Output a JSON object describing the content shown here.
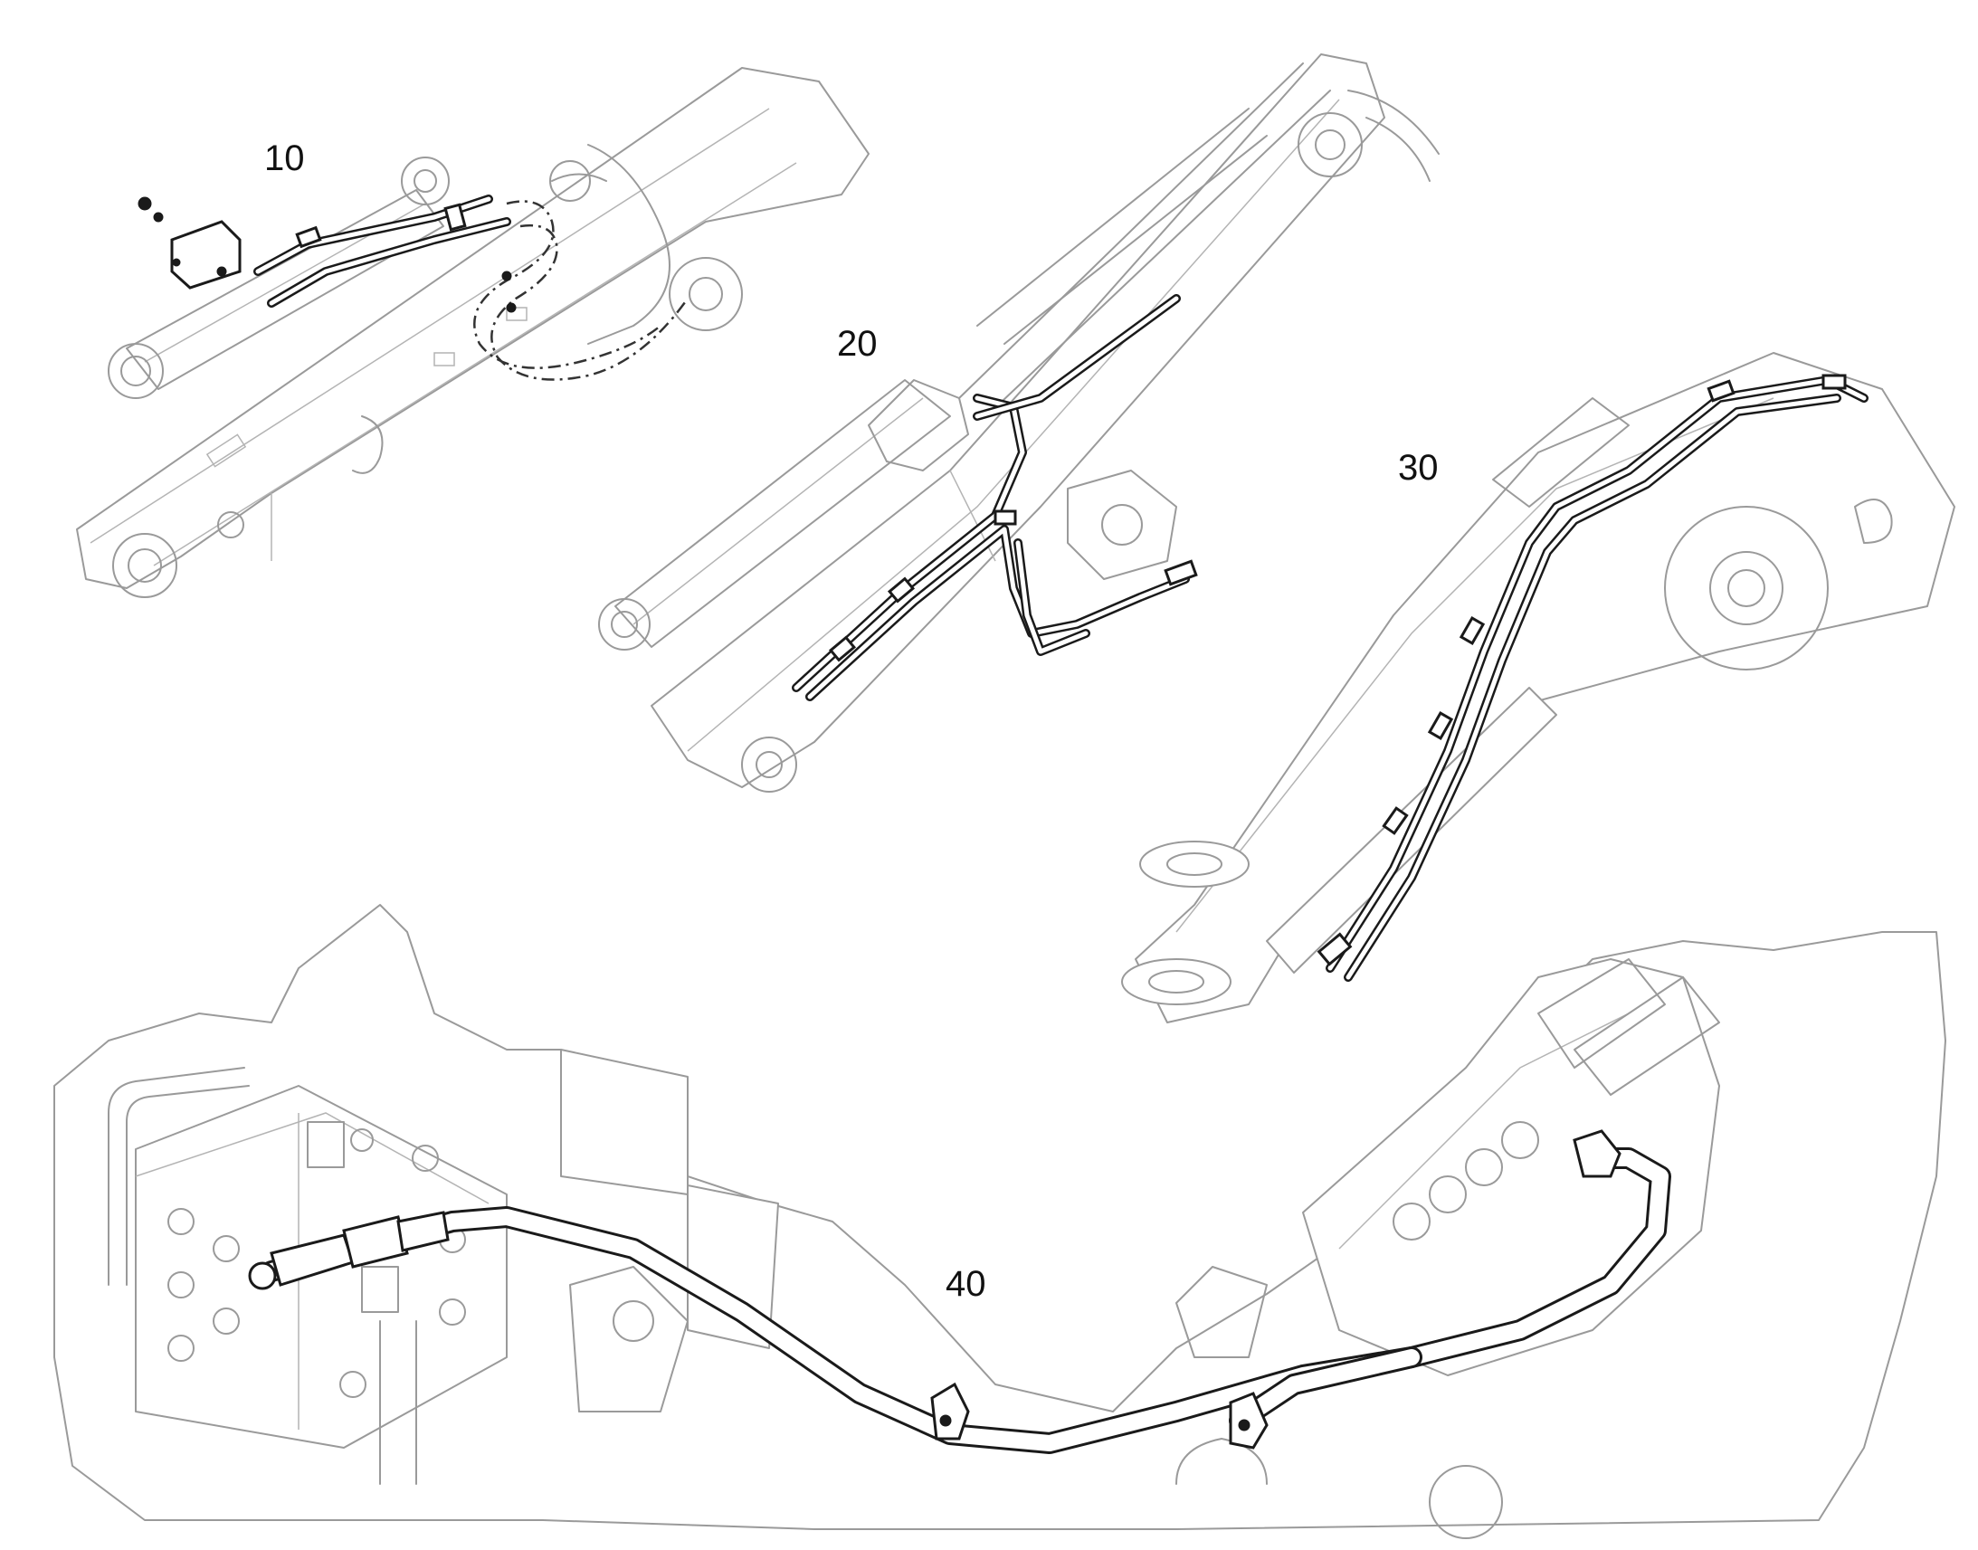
{
  "callouts": [
    {
      "id": "10",
      "label": "10"
    },
    {
      "id": "20",
      "label": "20"
    },
    {
      "id": "30",
      "label": "30"
    },
    {
      "id": "40",
      "label": "40"
    }
  ],
  "colors": {
    "outline": "#9a9a9a",
    "hose": "#1a1a1a",
    "background": "#ffffff"
  }
}
